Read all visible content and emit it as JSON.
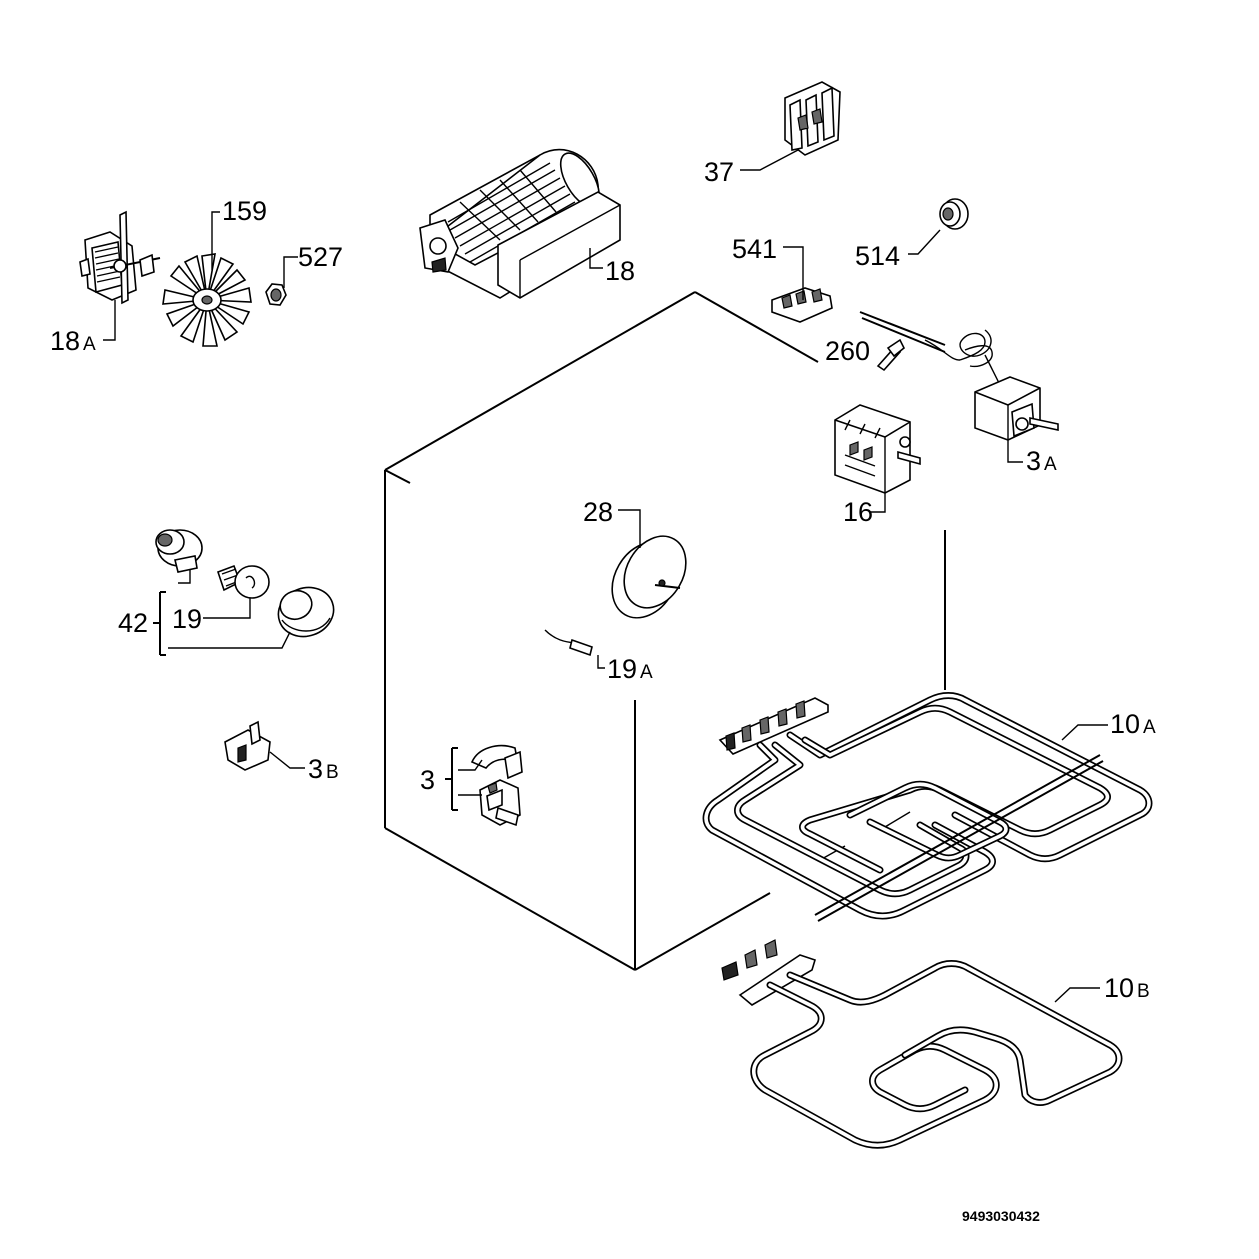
{
  "callouts": {
    "c18A": "18",
    "c18A_sub": "A",
    "c159": "159",
    "c527": "527",
    "c18": "18",
    "c37": "37",
    "c541": "541",
    "c514": "514",
    "c260": "260",
    "c3A": "3",
    "c3A_sub": "A",
    "c16": "16",
    "c28": "28",
    "c42": "42",
    "c19": "19",
    "c19A": "19",
    "c19A_sub": "A",
    "c10A": "10",
    "c10A_sub": "A",
    "c3B": "3",
    "c3B_sub": "B",
    "c3": "3",
    "c10B": "10",
    "c10B_sub": "B"
  },
  "document_number": "9493030432"
}
